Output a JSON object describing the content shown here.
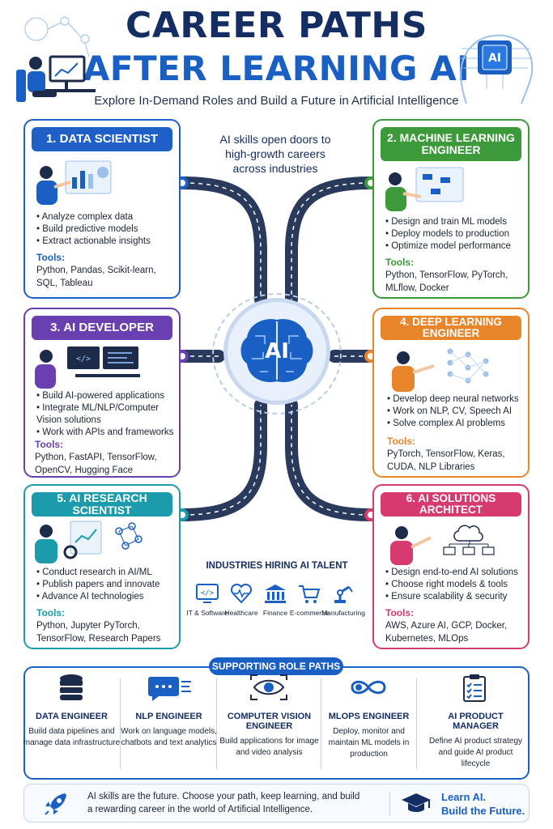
{
  "header": {
    "title_line1": "CAREER PATHS",
    "title_line2": "AFTER LEARNING AI",
    "subtitle": "Explore In-Demand Roles and Build a Future in Artificial Intelligence",
    "head_chip_label": "AI"
  },
  "center": {
    "tagline": "AI skills open doors to high-growth careers across industries",
    "brain_label": "AI"
  },
  "tools_label": "Tools:",
  "cards": [
    {
      "title": "1. DATA SCIENTIST",
      "color": "#1f5fc8",
      "bullets": [
        "Analyze complex data",
        "Build predictive models",
        "Extract actionable insights"
      ],
      "tools": "Python, Pandas, Scikit-learn, SQL, Tableau"
    },
    {
      "title": "2. MACHINE LEARNING ENGINEER",
      "color": "#3d9a3a",
      "bullets": [
        "Design and train ML models",
        "Deploy models to production",
        "Optimize model performance"
      ],
      "tools": "Python, TensorFlow, PyTorch, MLflow, Docker"
    },
    {
      "title": "3. AI DEVELOPER",
      "color": "#6a3fb0",
      "bullets": [
        "Build AI-powered applications",
        "Integrate ML/NLP/Computer Vision solutions",
        "Work with APIs and frameworks"
      ],
      "tools": "Python, FastAPI, TensorFlow, OpenCV, Hugging Face"
    },
    {
      "title": "4. DEEP LEARNING ENGINEER",
      "color": "#e8842a",
      "bullets": [
        "Develop deep neural networks",
        "Work on NLP, CV, Speech AI",
        "Solve complex AI problems"
      ],
      "tools": "PyTorch, TensorFlow, Keras, CUDA, NLP Libraries"
    },
    {
      "title": "5. AI RESEARCH SCIENTIST",
      "color": "#1b9bab",
      "bullets": [
        "Conduct research in AI/ML",
        "Publish papers and innovate",
        "Advance AI technologies"
      ],
      "tools": "Python, Jupyter PyTorch, TensorFlow, Research Papers"
    },
    {
      "title": "6. AI SOLUTIONS ARCHITECT",
      "color": "#d63a6e",
      "bullets": [
        "Design end-to-end AI solutions",
        "Choose right models & tools",
        "Ensure scalability & security"
      ],
      "tools": "AWS, Azure AI, GCP, Docker, Kubernetes, MLOps"
    }
  ],
  "industries": {
    "title": "INDUSTRIES HIRING AI TALENT",
    "items": [
      {
        "label": "IT & Software",
        "icon": "code-monitor-icon"
      },
      {
        "label": "Healthcare",
        "icon": "heart-pulse-icon"
      },
      {
        "label": "Finance",
        "icon": "bank-icon"
      },
      {
        "label": "E-commerce",
        "icon": "cart-icon"
      },
      {
        "label": "Manufacturing",
        "icon": "robot-arm-icon"
      }
    ]
  },
  "supporting": {
    "title": "SUPPORTING ROLE PATHS",
    "items": [
      {
        "title": "DATA ENGINEER",
        "desc": "Build data pipelines and manage data infrastructure",
        "icon": "database-icon"
      },
      {
        "title": "NLP ENGINEER",
        "desc": "Work on language models, chatbots and text analytics",
        "icon": "chat-bubble-icon"
      },
      {
        "title": "COMPUTER VISION ENGINEER",
        "desc": "Build applications for image and video analysis",
        "icon": "eye-icon"
      },
      {
        "title": "MLOPS ENGINEER",
        "desc": "Deploy, monitor and maintain ML models in production",
        "icon": "infinity-gear-icon"
      },
      {
        "title": "AI PRODUCT MANAGER",
        "desc": "Define AI product strategy and guide AI product lifecycle",
        "icon": "clipboard-icon"
      }
    ]
  },
  "footer": {
    "text": "AI skills are the future. Choose your path, keep learning, and build a rewarding career in the world of Artificial Intelligence.",
    "cta_line1": "Learn AI.",
    "cta_line2": "Build the Future."
  }
}
